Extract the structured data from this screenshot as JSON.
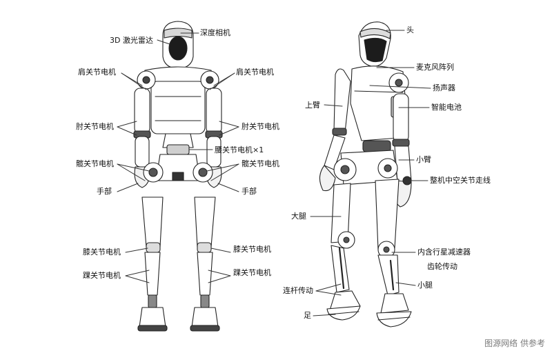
{
  "front": {
    "lidar": "3D 激光雷达",
    "depth_camera": "深度相机",
    "shoulder_left": "肩关节电机",
    "shoulder_right": "肩关节电机",
    "elbow_left": "肘关节电机",
    "elbow_right": "肘关节电机",
    "waist": "腰关节电机×1",
    "hip_left": "髋关节电机",
    "hip_right": "髋关节电机",
    "hand_left": "手部",
    "hand_right": "手部",
    "knee_left": "膝关节电机",
    "knee_right": "膝关节电机",
    "ankle_left": "踝关节电机",
    "ankle_right": "踝关节电机"
  },
  "side": {
    "head": "头",
    "mic_array": "麦克风阵列",
    "speaker": "扬声器",
    "upper_arm": "上臂",
    "smart_battery": "智能电池",
    "forearm": "小臂",
    "hollow_routing": "整机中空关节走线",
    "thigh": "大腿",
    "planetary_reducer_line1": "内含行星减速器",
    "planetary_reducer_line2": "齿轮传动",
    "shank": "小腿",
    "linkage": "连杆传动",
    "foot": "足"
  },
  "watermark": "图源网络 供参考"
}
